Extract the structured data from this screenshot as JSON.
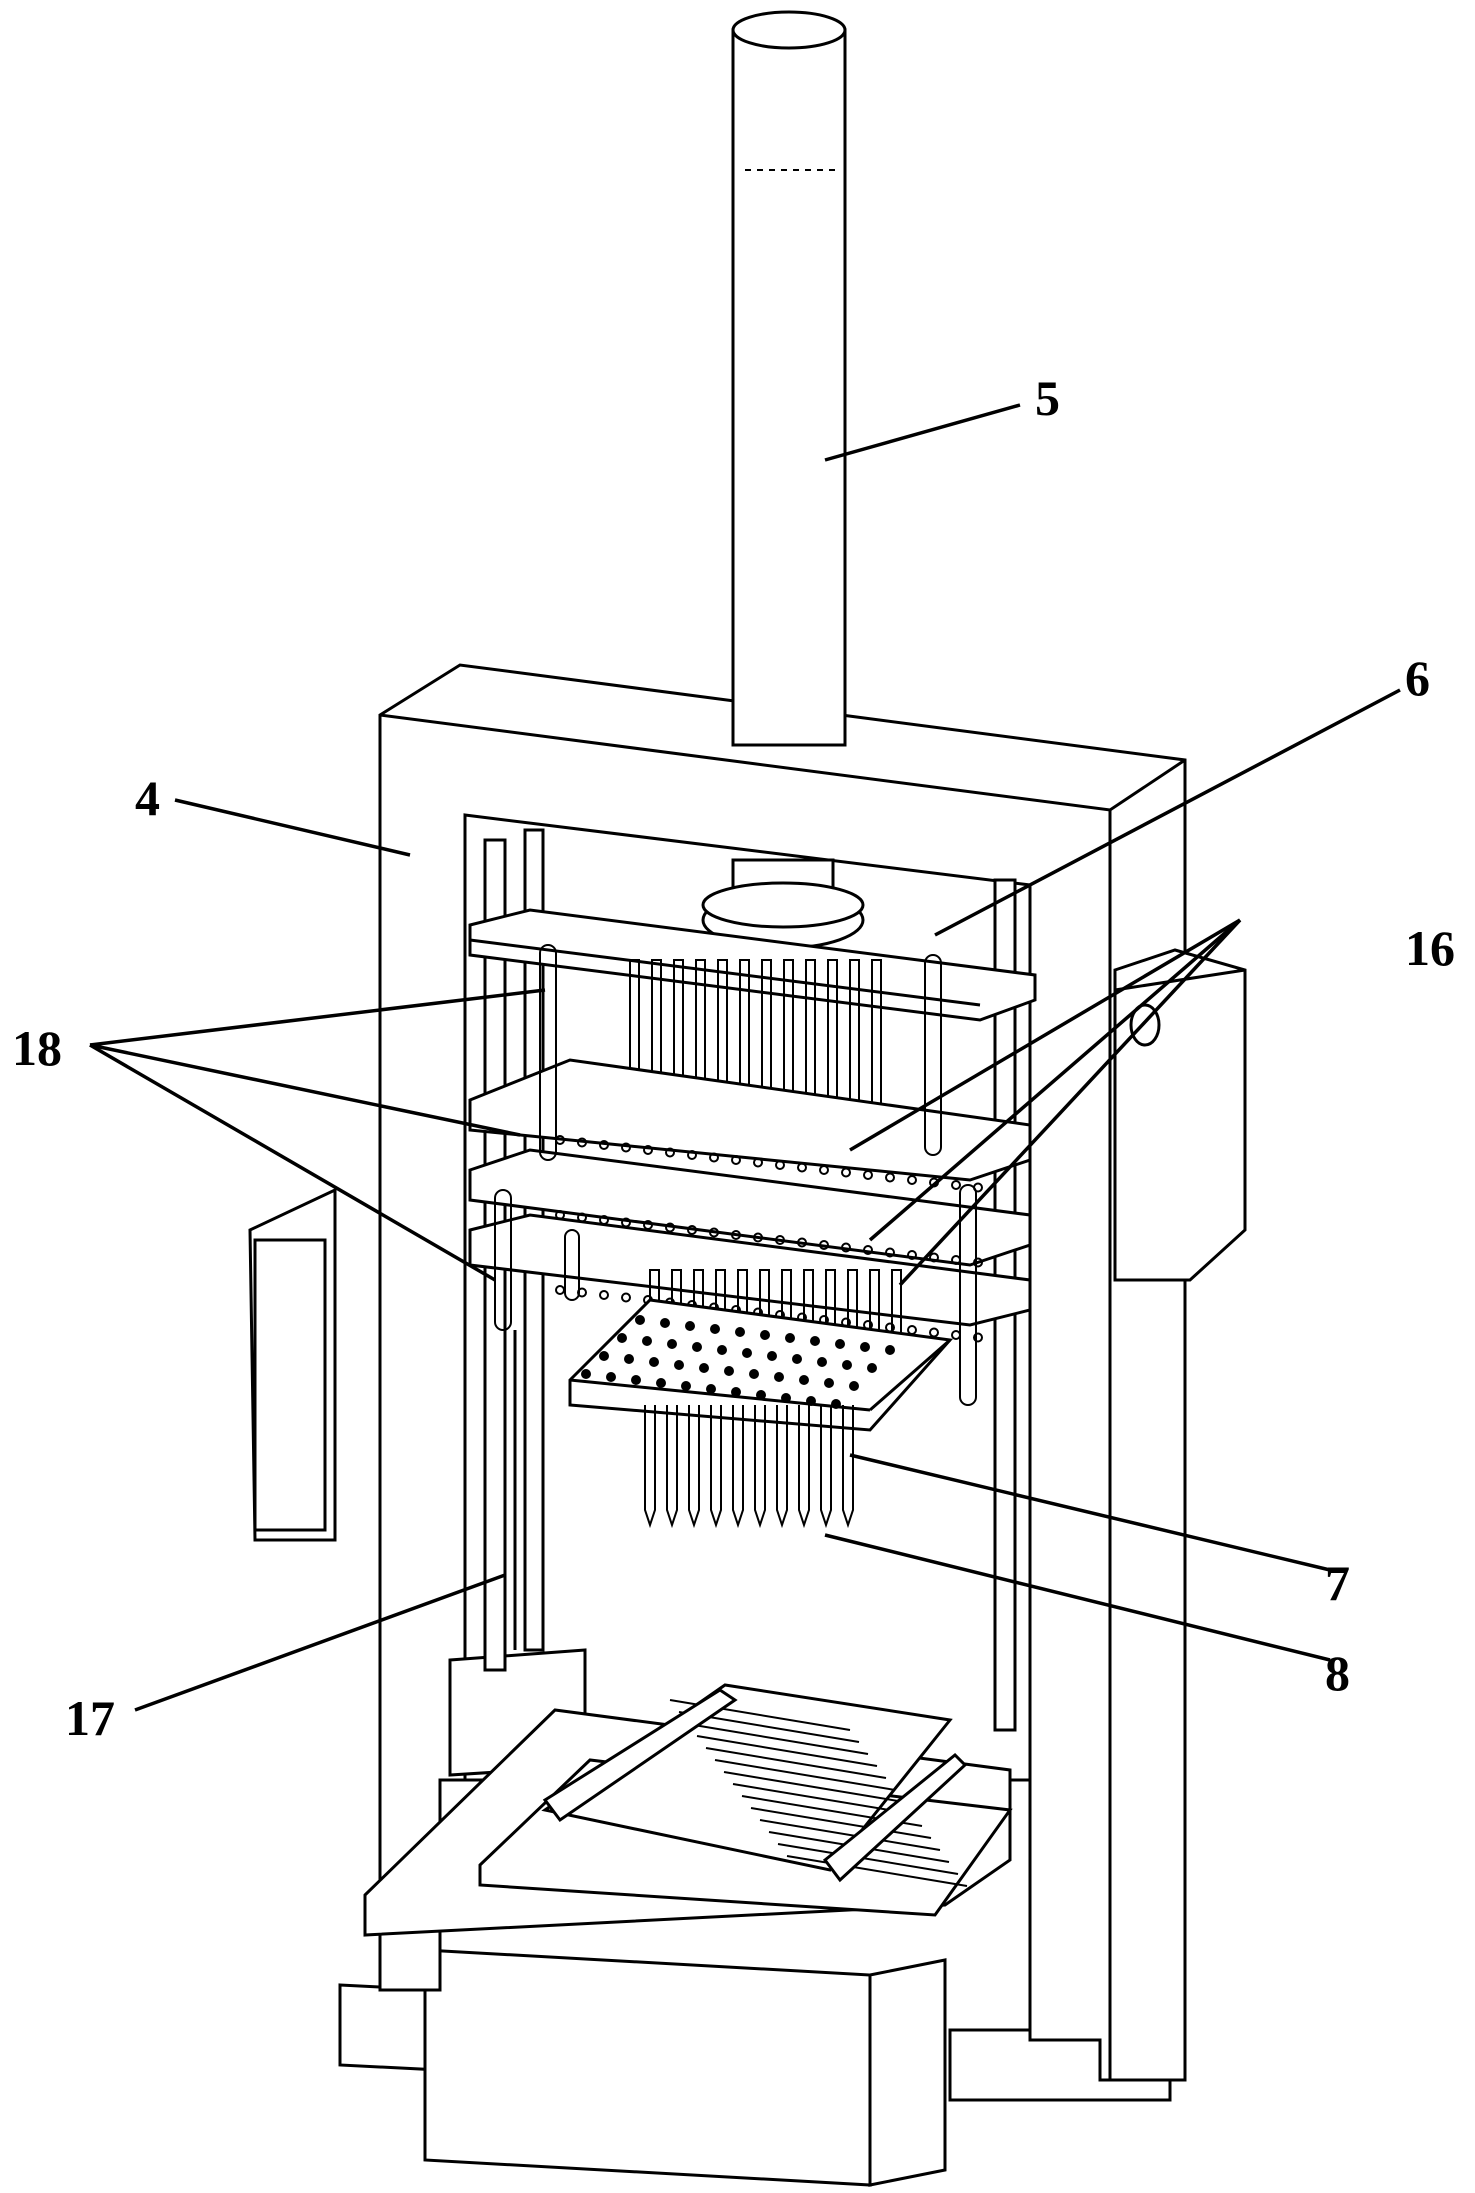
{
  "figure": {
    "labels": [
      {
        "id": "5",
        "text": "5"
      },
      {
        "id": "4",
        "text": "4"
      },
      {
        "id": "6",
        "text": "6"
      },
      {
        "id": "16",
        "text": "16"
      },
      {
        "id": "18",
        "text": "18"
      },
      {
        "id": "7",
        "text": "7"
      },
      {
        "id": "8",
        "text": "8"
      },
      {
        "id": "17",
        "text": "17"
      }
    ]
  }
}
